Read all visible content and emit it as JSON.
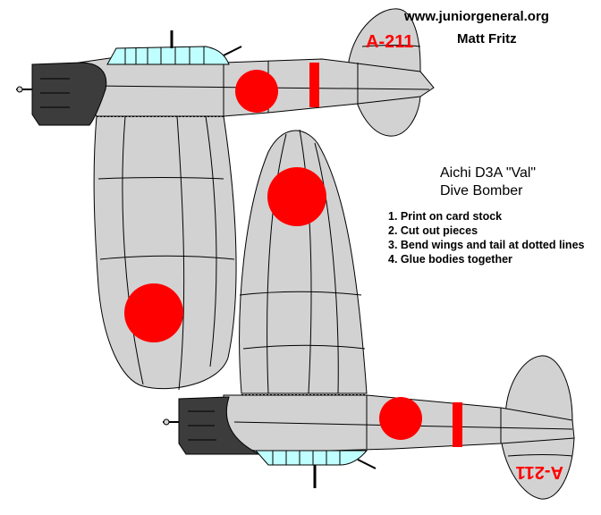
{
  "credits": {
    "website": "www.juniorgeneral.org",
    "author": "Matt Fritz"
  },
  "title": {
    "line1": "Aichi D3A \"Val\"",
    "line2": "Dive Bomber"
  },
  "instructions": [
    "1.  Print on card stock",
    "2.  Cut out pieces",
    "3.  Bend wings and tail at dotted lines",
    "4.  Glue bodies together"
  ],
  "aircraft": {
    "tail_code": "A-211",
    "colors": {
      "body": "#d2d2d2",
      "cowling": "#3c3c3c",
      "canopy": "#c0ffff",
      "hinomaru": "#ff0000",
      "code": "#ff0000"
    }
  }
}
